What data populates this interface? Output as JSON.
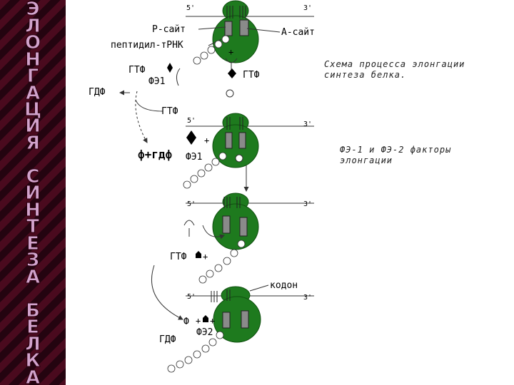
{
  "sidebar": {
    "title_letters": [
      "Э",
      "Л",
      "О",
      "Н",
      "Г",
      "А",
      "Ц",
      "И",
      "Я",
      " ",
      "С",
      "И",
      "Н",
      "Т",
      "Е",
      "З",
      "А",
      " ",
      "Б",
      "Е",
      "Л",
      "К",
      "А"
    ],
    "color": "#d1a3cc"
  },
  "annotations": {
    "scheme_line1": "Схема процесса элонгации",
    "scheme_line2": "синтеза белка.",
    "factors_line1": "ФЭ-1 и ФЭ-2 факторы",
    "factors_line2": "элонгации"
  },
  "labels": {
    "p_site": "Р-сайт",
    "a_site": "А-сайт",
    "peptidyl_trna": "пептидил-тРНК",
    "gtf": "ГТФ",
    "gdf": "ГДФ",
    "fe1": "ФЭ1",
    "fe2": "ФЭ2",
    "f_gdf": "ф+гдф",
    "codon": "кодон",
    "phi": "Ф",
    "five_prime": "5'",
    "three_prime": "3'",
    "plus": "+"
  },
  "colors": {
    "ribosome": "#1e7a1e",
    "ribosome_dark": "#0f4f0f",
    "sidebar_bg": "#3a0818"
  }
}
